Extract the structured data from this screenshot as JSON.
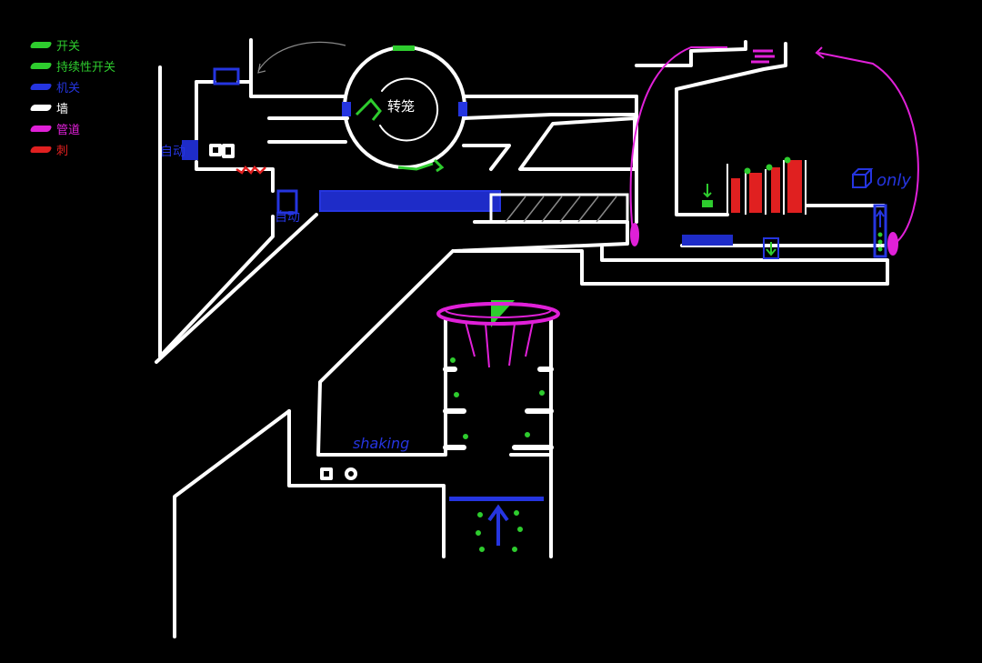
{
  "legend": [
    {
      "label": "开关",
      "color": "#2ecc2e",
      "icon": "switch-swatch"
    },
    {
      "label": "持续性开关",
      "color": "#2ecc2e",
      "icon": "continuous-switch-swatch"
    },
    {
      "label": "机关",
      "color": "#2535e0",
      "icon": "mechanism-swatch"
    },
    {
      "label": "墙",
      "color": "#ffffff",
      "icon": "wall-swatch"
    },
    {
      "label": "管道",
      "color": "#e020d8",
      "icon": "pipe-swatch"
    },
    {
      "label": "刺",
      "color": "#e02020",
      "icon": "spike-swatch"
    }
  ],
  "labels": {
    "rotate": "转笼",
    "auto_left": "自动",
    "auto_lower": "自动",
    "shaking": "shaking",
    "only": "only"
  },
  "colors": {
    "background": "#000000",
    "wall": "#ffffff",
    "switch": "#2ecc2e",
    "mechanism": "#2535e0",
    "pipe": "#e020d8",
    "spike": "#e02020"
  }
}
